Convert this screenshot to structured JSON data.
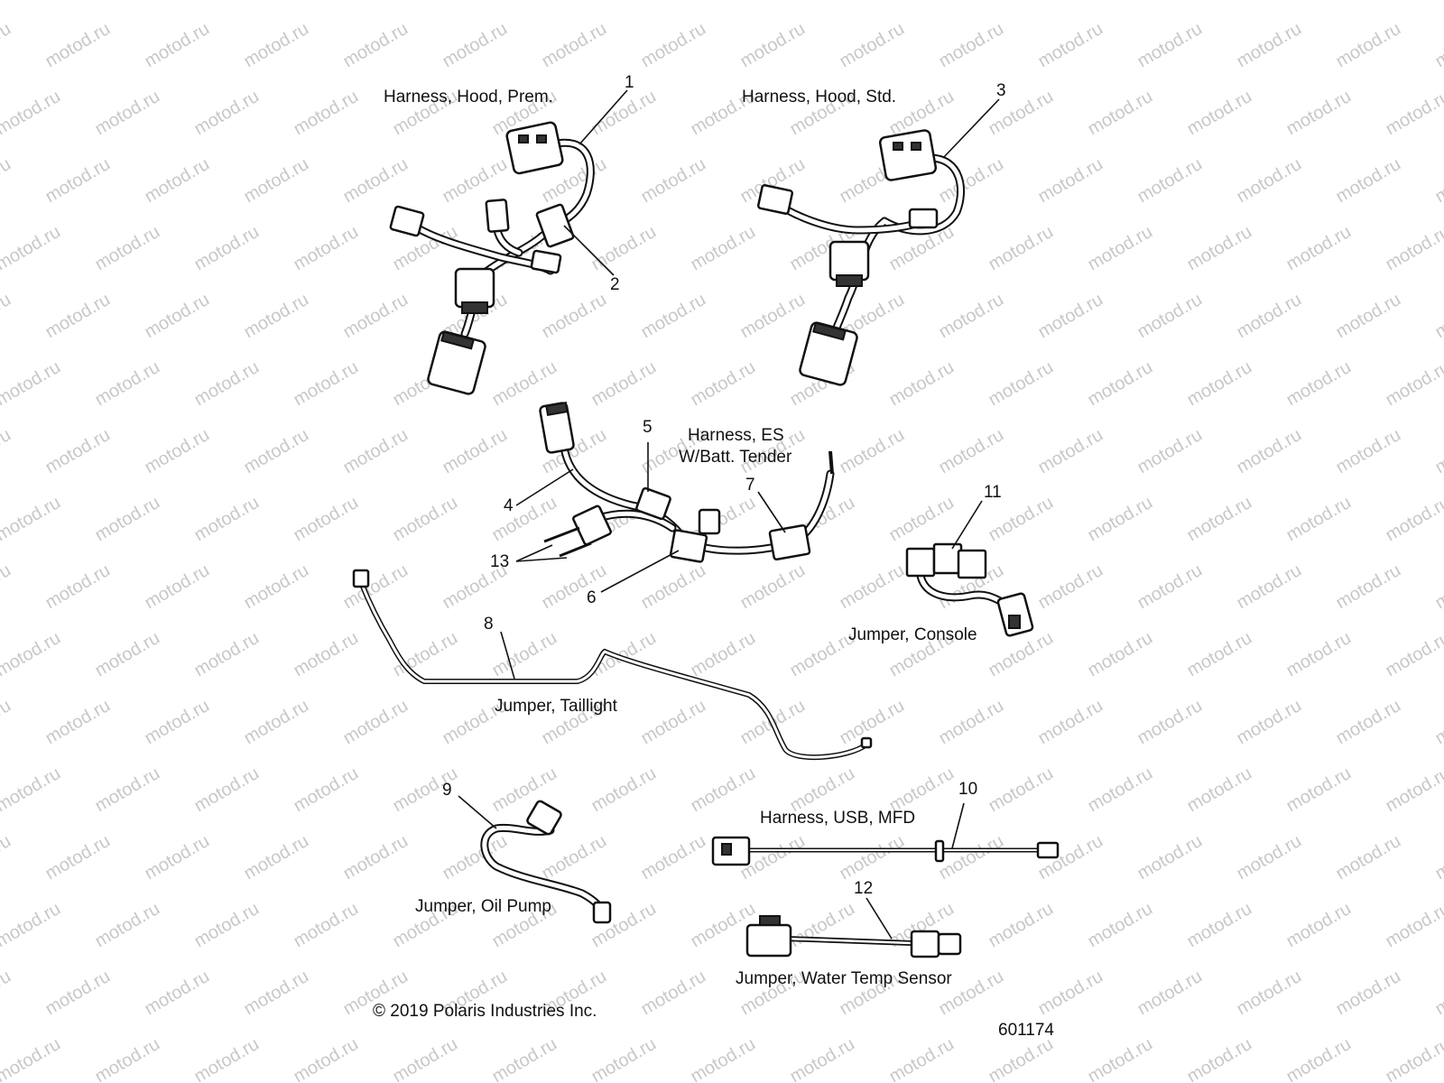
{
  "watermark": {
    "text": "motod.ru"
  },
  "labels": {
    "harness_hood_prem": "Harness, Hood, Prem.",
    "harness_hood_std": "Harness, Hood, Std.",
    "harness_es_line1": "Harness, ES",
    "harness_es_line2": "W/Batt. Tender",
    "jumper_console": "Jumper, Console",
    "jumper_taillight": "Jumper, Taillight",
    "harness_usb_mfd": "Harness, USB, MFD",
    "jumper_oil_pump": "Jumper, Oil Pump",
    "jumper_water_temp_sensor": "Jumper, Water Temp Sensor"
  },
  "callouts": {
    "n1": "1",
    "n2": "2",
    "n3": "3",
    "n4": "4",
    "n5": "5",
    "n6": "6",
    "n7": "7",
    "n8": "8",
    "n9": "9",
    "n10": "10",
    "n11": "11",
    "n12": "12",
    "n13": "13"
  },
  "footer": {
    "copyright": "© 2019 Polaris Industries Inc.",
    "figure_number": "601174"
  }
}
